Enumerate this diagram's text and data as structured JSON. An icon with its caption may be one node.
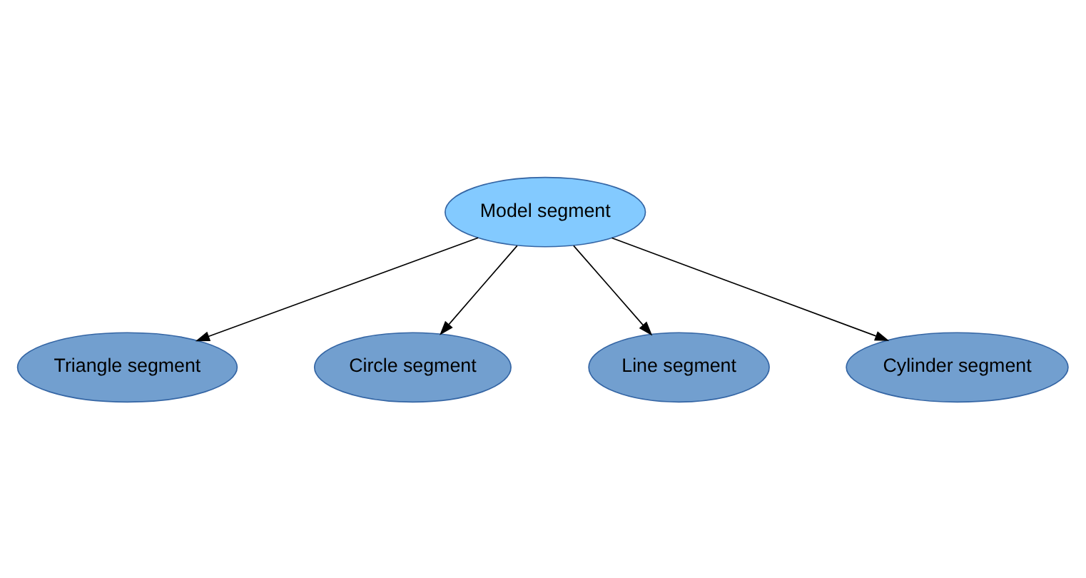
{
  "diagram": {
    "nodes": [
      {
        "text": [
          "Model segment"
        ]
      },
      {
        "text": [
          "Triangle segment"
        ]
      },
      {
        "text": [
          "Circle segment"
        ]
      },
      {
        "text": [
          "Line segment"
        ]
      },
      {
        "text": [
          "Cylinder segment"
        ]
      }
    ],
    "edges": [
      {
        "from": 0,
        "to": 1,
        "arrow": "to"
      },
      {
        "from": 0,
        "to": 2,
        "arrow": "to"
      },
      {
        "from": 0,
        "to": 3,
        "arrow": "to"
      },
      {
        "from": 0,
        "to": 4,
        "arrow": "to"
      }
    ]
  }
}
